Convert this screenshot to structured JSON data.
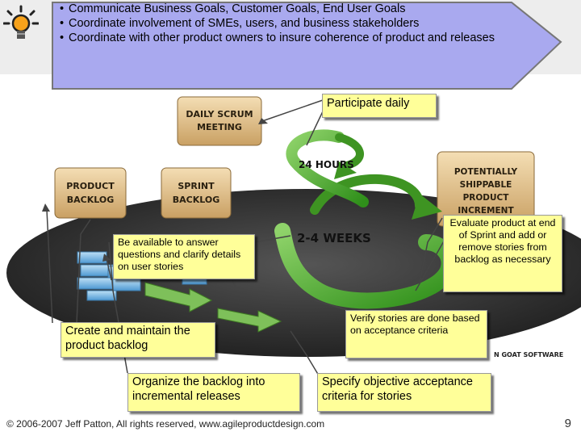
{
  "header": {
    "bullets": [
      "Communicate Business Goals, Customer Goals, End User Goals",
      "Coordinate involvement of SMEs, users, and business stakeholders",
      "Coordinate with other product owners to insure coherence of product and releases"
    ]
  },
  "diagram": {
    "daily_scrum": [
      "DAILY SCRUM",
      "MEETING"
    ],
    "product_backlog": [
      "PRODUCT",
      "BACKLOG"
    ],
    "sprint_backlog": [
      "SPRINT",
      "BACKLOG"
    ],
    "increment": [
      "POTENTIALLY",
      "SHIPPABLE",
      "PRODUCT",
      "INCREMENT"
    ],
    "hours": "24 HOURS",
    "weeks": "2-4 WEEKS",
    "brand": "N GOAT SOFTWARE"
  },
  "notes": {
    "participate": "Participate daily",
    "evaluate": "Evaluate product at end of Sprint and add or remove stories from backlog as necessary",
    "available": "Be available to answer questions and clarify details on user stories",
    "verify": "Verify stories are done based on acceptance criteria",
    "maintain": "Create and maintain the product backlog",
    "organize": "Organize the backlog into incremental releases",
    "acceptance": "Specify objective acceptance criteria for stories"
  },
  "footer": {
    "copyright": "© 2006-2007 Jeff Patton, All rights reserved, www.agileproductdesign.com",
    "page": "9"
  },
  "colors": {
    "callout_fill": "#a9a9ef",
    "note_fill": "#ffff99",
    "card_fill": "#e5c592",
    "arrow_green": "#4caa2c",
    "board_gray": "#2a2a2a"
  }
}
